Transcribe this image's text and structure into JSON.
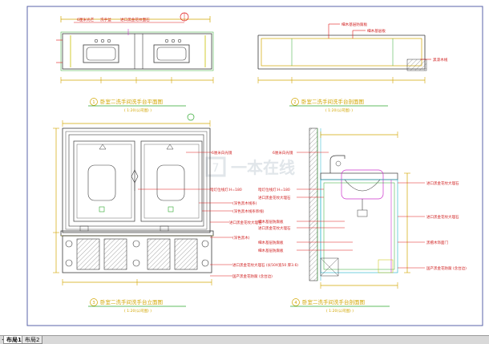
{
  "colors": {
    "frame": "#5a63a8",
    "dim": "#d2a600",
    "leader": "#e01a1a",
    "text": "#d02020",
    "geometry": "#3a3a3a",
    "green": "#2ea82e",
    "cyan": "#18b0c8",
    "magenta": "#cc33cc",
    "yellow": "#c8c000",
    "watermark": "#c9d3d9"
  },
  "tabs": [
    {
      "label": "布局1",
      "active": true
    },
    {
      "label": "布局2",
      "active": false
    }
  ],
  "watermark": {
    "main": "一本在线",
    "sub": "7"
  },
  "views": {
    "v1": {
      "number": "1",
      "title": "卧室二洗手间洗手台平面图",
      "scale": "( 1:20(公司图) )",
      "callouts": [
        "6厘米光芒",
        "洗手盆",
        "进口黑金花纹面石"
      ]
    },
    "v2": {
      "number": "2",
      "title": "卧室二洗手间洗手台剖面图",
      "scale": "( 1:20(公司图) )",
      "callouts": [
        "细木基层防腐板",
        "细木基层板",
        "黑漆木线"
      ]
    },
    "v3": {
      "number": "3",
      "title": "卧室二洗手间洗手台立面图",
      "scale": "( 1:20(公司图) )",
      "callouts": [
        "6厘米白光镜",
        "暗灯位线灯:H=180",
        "(深色黑木线条)",
        "(深色黑木线条饰线)",
        "进口黑金花纹大理石",
        "(深色黑木)",
        "进口黑金花纹大理石 (长50X宽50 厚3.6)",
        "国产黑金花防腐 (含台边)"
      ]
    },
    "v4": {
      "number": "4",
      "title": "卧室二洗手间洗手台剖面图",
      "scale": "( 1:20(公司图) )",
      "callouts": [
        "6厘米白光镜",
        "暗灯位线灯:H=180",
        "进口黑金花纹大理石",
        "细木基层防腐板",
        "进口黑金花纹大理石",
        "细木基层防腐板",
        "细木基层防腐板",
        "进口黑金花纹大理石",
        "进口黑金花纹大理石",
        "黑檀木饰面门",
        "国产黑金花防腐 (含台边)"
      ]
    }
  }
}
